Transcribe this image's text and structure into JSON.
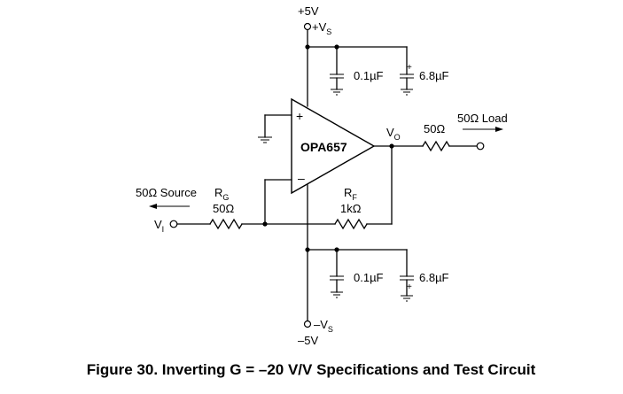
{
  "circuit": {
    "supply_pos": {
      "voltage": "+5V",
      "label": "+V",
      "sub": "S"
    },
    "supply_neg": {
      "voltage": "–5V",
      "label": "–V",
      "sub": "S"
    },
    "opamp": {
      "name": "OPA657",
      "plus": "+",
      "minus": "–"
    },
    "output": {
      "label": "V",
      "sub": "O"
    },
    "input": {
      "label": "V",
      "sub": "I"
    },
    "cap_small_top": "0.1µF",
    "cap_large_top": "6.8µF",
    "cap_small_bottom": "0.1µF",
    "cap_large_bottom": "6.8µF",
    "cap_polarity_mark": "+",
    "r_out": {
      "value": "50Ω"
    },
    "load": {
      "label": "50Ω Load"
    },
    "source": {
      "label": "50Ω Source"
    },
    "rg": {
      "name": "R",
      "sub": "G",
      "value": "50Ω"
    },
    "rf": {
      "name": "R",
      "sub": "F",
      "value": "1kΩ"
    }
  },
  "caption": "Figure 30.  Inverting G = –20 V/V Specifications and Test Circuit"
}
